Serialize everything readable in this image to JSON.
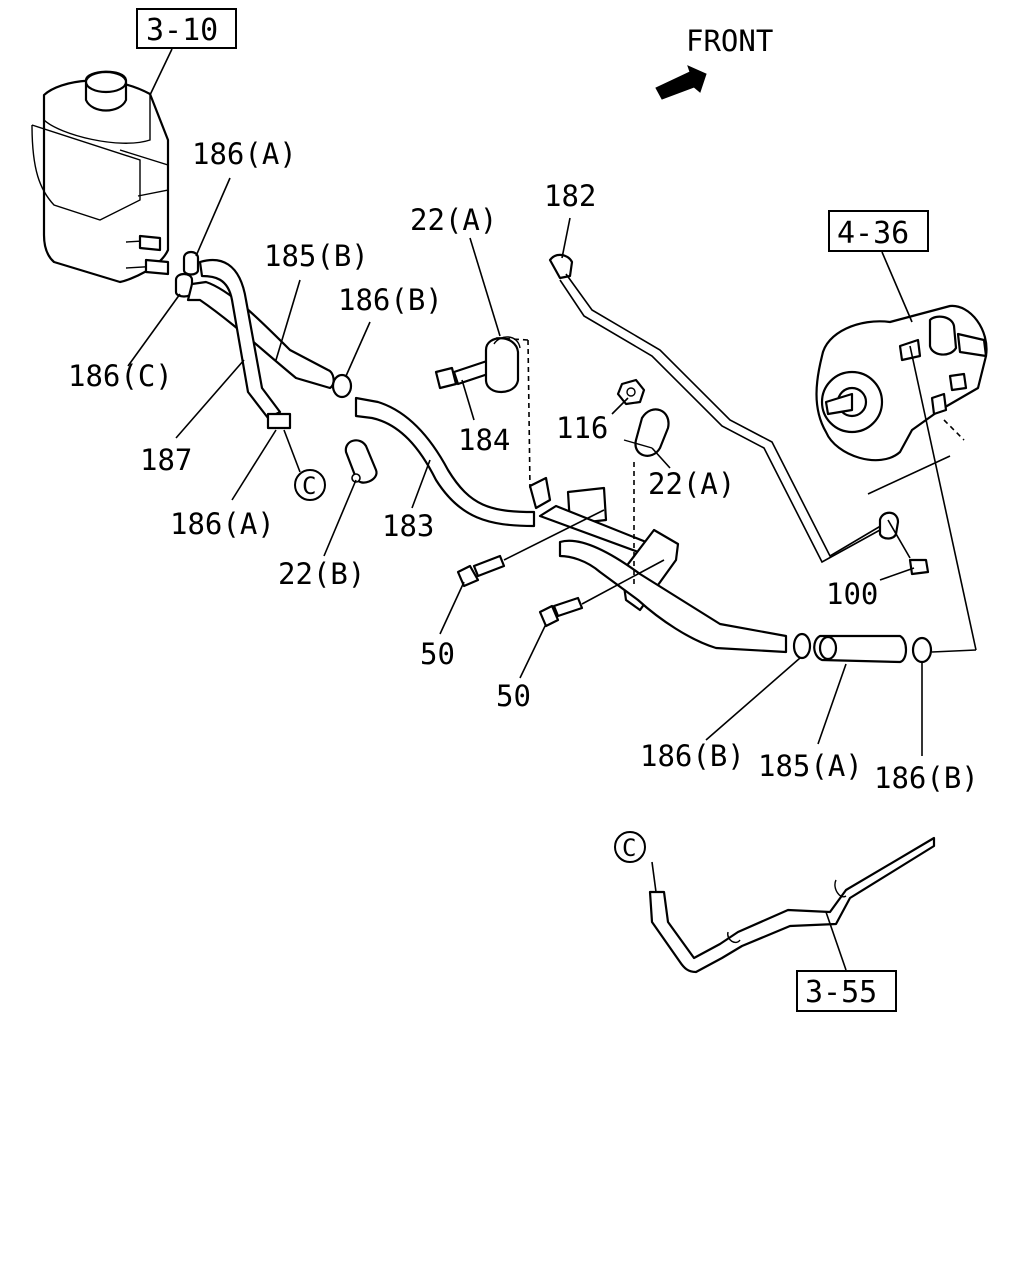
{
  "diagram": {
    "orientation_label": "FRONT",
    "reference_boxes": {
      "reservoir_ref": "3-10",
      "pump_ref": "4-36",
      "return_line_ref": "3-55"
    },
    "connector_marker": "C",
    "labels": {
      "clamp_186a_top": "186(A)",
      "hose_185b": "185(B)",
      "clamp_186b_mid": "186(B)",
      "clamp_22a_top": "22(A)",
      "pipe_182": "182",
      "clamp_186c": "186(C)",
      "hose_187": "187",
      "clamp_186a_bottom": "186(A)",
      "bolt_184": "184",
      "nut_116": "116",
      "clamp_22a_right": "22(A)",
      "pipe_183": "183",
      "clamp_22b": "22(B)",
      "bolt_50_left": "50",
      "bolt_50_right": "50",
      "clip_100": "100",
      "clamp_186b_bottom_left": "186(B)",
      "hose_185a": "185(A)",
      "clamp_186b_bottom_right": "186(B)"
    }
  }
}
